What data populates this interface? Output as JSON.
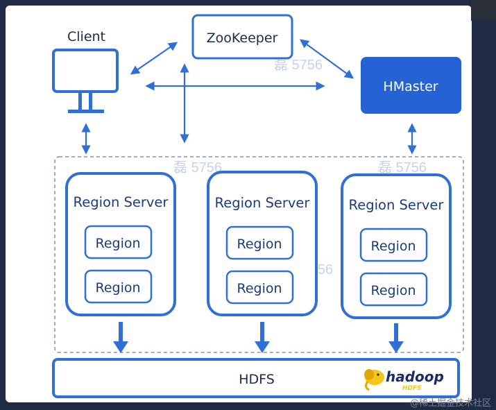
{
  "diagram": {
    "client_label": "Client",
    "zookeeper_label": "ZooKeeper",
    "hmaster_label": "HMaster",
    "region_servers": [
      {
        "title": "Region Server",
        "regions": [
          "Region",
          "Region"
        ]
      },
      {
        "title": "Region Server",
        "regions": [
          "Region",
          "Region"
        ]
      },
      {
        "title": "Region Server",
        "regions": [
          "Region",
          "Region"
        ]
      }
    ],
    "hdfs_label": "HDFS",
    "hadoop_logo_text": "hadoop",
    "hadoop_logo_subtext": "HDFS"
  },
  "watermark_text": "磊 5756",
  "footer_credit": "@稀土掘金技术社区",
  "colors": {
    "primary_blue": "#2f6fd6",
    "hmaster_fill": "#2563d4",
    "logo_yellow": "#f5c518",
    "background": "#ffffff"
  }
}
